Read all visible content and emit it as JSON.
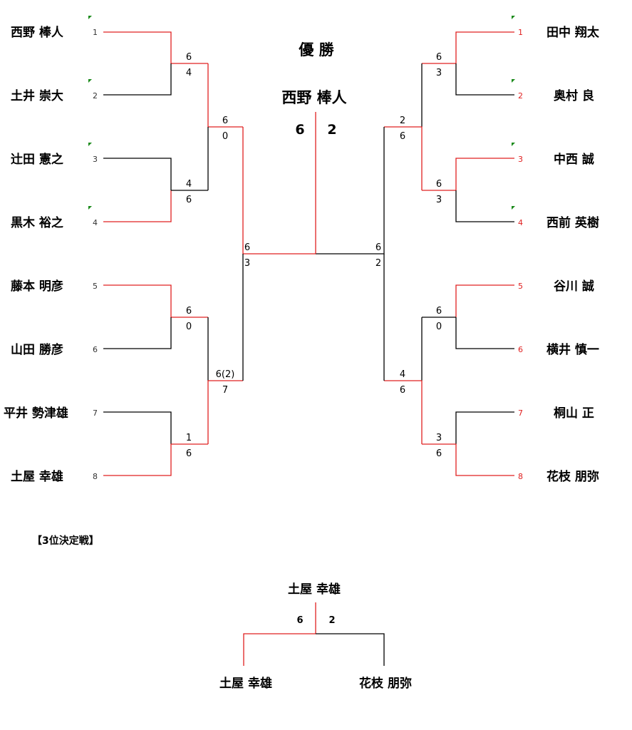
{
  "colors": {
    "win_line": "#e02020",
    "lose_line": "#000000",
    "seed_red": "#e02020",
    "marker": "#1a8a1a"
  },
  "final": {
    "title": "優 勝",
    "champion": "西野 棒人",
    "score_left": "6",
    "score_right": "2"
  },
  "left_players": [
    {
      "name": "西野 棒人",
      "seed": "1"
    },
    {
      "name": "土井 崇大",
      "seed": "2"
    },
    {
      "name": "辻田 憲之",
      "seed": "3"
    },
    {
      "name": "黒木 裕之",
      "seed": "4"
    },
    {
      "name": "藤本 明彦",
      "seed": "5"
    },
    {
      "name": "山田 勝彦",
      "seed": "6"
    },
    {
      "name": "平井 勢津雄",
      "seed": "7"
    },
    {
      "name": "土屋 幸雄",
      "seed": "8"
    }
  ],
  "right_players": [
    {
      "name": "田中 翔太",
      "seed": "1"
    },
    {
      "name": "奥村 良",
      "seed": "2"
    },
    {
      "name": "中西 誠",
      "seed": "3"
    },
    {
      "name": "西前 英樹",
      "seed": "4"
    },
    {
      "name": "谷川 誠",
      "seed": "5"
    },
    {
      "name": "横井 慎一",
      "seed": "6"
    },
    {
      "name": "桐山 正",
      "seed": "7"
    },
    {
      "name": "花枝 朋弥",
      "seed": "8"
    }
  ],
  "left_scores": {
    "r1": [
      [
        "6",
        "4"
      ],
      [
        "4",
        "6"
      ],
      [
        "6",
        "0"
      ],
      [
        "1",
        "6"
      ]
    ],
    "r2": [
      [
        "6",
        "0"
      ],
      [
        "6(2)",
        "7"
      ]
    ],
    "r3": [
      "6",
      "3"
    ]
  },
  "right_scores": {
    "r1": [
      [
        "6",
        "3"
      ],
      [
        "6",
        "3"
      ],
      [
        "6",
        "0"
      ],
      [
        "3",
        "6"
      ]
    ],
    "r2": [
      [
        "2",
        "6"
      ],
      [
        "4",
        "6"
      ]
    ],
    "r3": [
      "6",
      "2"
    ]
  },
  "third_place": {
    "heading": "【3位決定戦】",
    "winner": "土屋 幸雄",
    "score_left": "6",
    "score_right": "2",
    "left": "土屋 幸雄",
    "right": "花枝 朋弥"
  }
}
